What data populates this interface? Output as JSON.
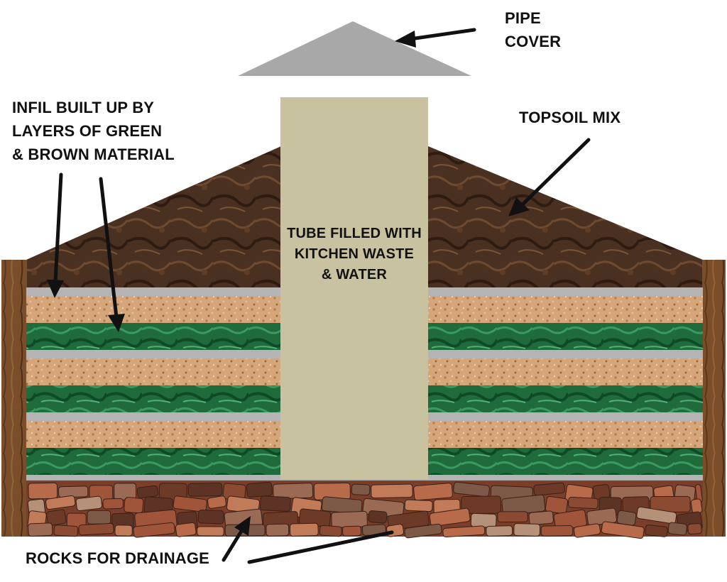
{
  "labels": {
    "pipe_cover": [
      "PIPE",
      "COVER"
    ],
    "infil": [
      "INFIL BUILT UP BY",
      "LAYERS OF GREEN",
      "& BROWN MATERIAL"
    ],
    "topsoil": "TOPSOIL MIX",
    "tube": [
      "TUBE FILLED WITH",
      "KITCHEN WASTE",
      "& WATER"
    ],
    "rocks": "ROCKS FOR DRAINAGE"
  },
  "colors": {
    "pipe_cover": "#a8a8a8",
    "tube": "#c9c2a0",
    "topsoil": "#4a3020",
    "brown_layer": "#d2a679",
    "green_layer": "#1f6b3c",
    "divider": "#b4b4b4",
    "wood": "#7a4e2a",
    "rocks": "#8a4a33"
  },
  "layers": [
    "grey",
    "brown",
    "green",
    "grey",
    "brown",
    "green",
    "grey",
    "brown",
    "green",
    "grey"
  ]
}
